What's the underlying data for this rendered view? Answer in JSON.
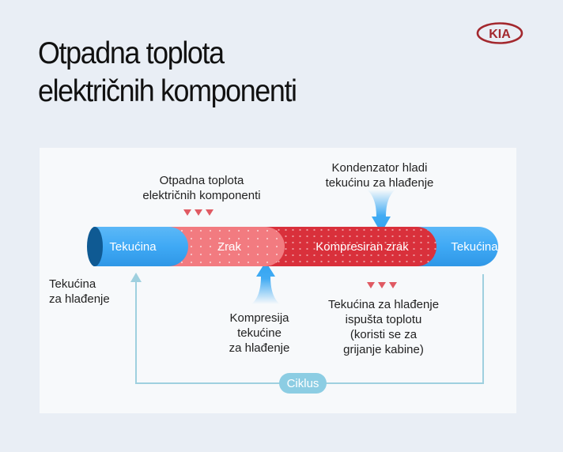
{
  "header": {
    "title_line1": "Otpadna toplota",
    "title_line2": "električnih komponenti",
    "logo_text": "KIA"
  },
  "colors": {
    "background": "#e9eef5",
    "card": "#f7f9fb",
    "pipe_blue": "#3fa9f5",
    "pipe_blue_dark": "#0f5a93",
    "pipe_red_light": "#f27b80",
    "pipe_red_dark": "#d9303b",
    "arrow_blue": "#2ea3f2",
    "heat_triangles": "#e05a63",
    "cycle_line": "#9fd0df",
    "logo_red": "#a3282e"
  },
  "diagram": {
    "top_left_label": {
      "line1": "Otpadna toplota",
      "line2": "električnih komponenti"
    },
    "top_right_label": {
      "line1": "Kondenzator hladi",
      "line2": "tekućinu za hlađenje"
    },
    "pipe_segments": [
      {
        "label": "Tekućina"
      },
      {
        "label": "Zrak"
      },
      {
        "label": "Kompresiran zrak"
      },
      {
        "label": "Tekućina"
      }
    ],
    "left_label": {
      "line1": "Tekućina",
      "line2": "za hlađenje"
    },
    "bottom_center_label": {
      "line1": "Kompresija",
      "line2": "tekućine",
      "line3": "za hlađenje"
    },
    "bottom_right_label": {
      "line1": "Tekućina za hlađenje",
      "line2": "ispušta toplotu",
      "line3": "(koristi se za",
      "line4": "grijanje kabine)"
    },
    "cycle_label": "Ciklus"
  }
}
